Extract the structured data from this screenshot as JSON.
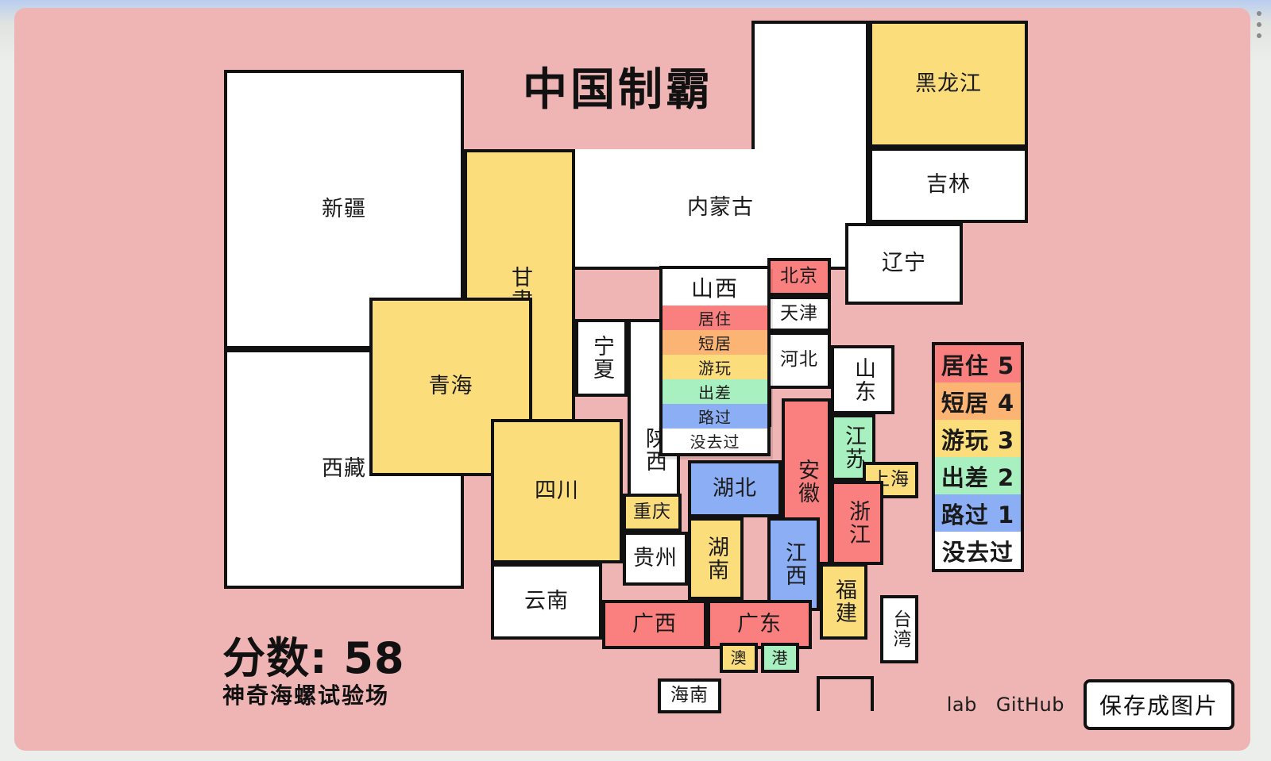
{
  "app": {
    "title": "中国制霸",
    "subtitle": "神奇海螺试验场"
  },
  "score": {
    "label": "分数:",
    "value": "58",
    "text": "分数: 58"
  },
  "legend": {
    "items": [
      {
        "label": "居住 5",
        "color": "#fa7f7f",
        "level": 5
      },
      {
        "label": "短居 4",
        "color": "#fcb474",
        "level": 4
      },
      {
        "label": "游玩 3",
        "color": "#fbdd7c",
        "level": 3
      },
      {
        "label": "出差 2",
        "color": "#a8f0bf",
        "level": 2
      },
      {
        "label": "路过 1",
        "color": "#8caef5",
        "level": 1
      },
      {
        "label": "没去过",
        "color": "#ffffff",
        "level": 0
      }
    ]
  },
  "dropdown": {
    "province": "山西",
    "options": [
      {
        "label": "居住",
        "color": "#fa7f7f"
      },
      {
        "label": "短居",
        "color": "#fcb474"
      },
      {
        "label": "游玩",
        "color": "#fbdd7c"
      },
      {
        "label": "出差",
        "color": "#a8f0bf"
      },
      {
        "label": "路过",
        "color": "#8caef5"
      },
      {
        "label": "没去过",
        "color": "#ffffff"
      }
    ]
  },
  "footer": {
    "lab_label": "lab",
    "github_label": "GitHub",
    "save_label": "保存成图片"
  },
  "colors": {
    "background": "#efb4b4",
    "live": "#fa7f7f",
    "short": "#fcb474",
    "play": "#fbdd7c",
    "work": "#a8f0bf",
    "pass": "#8caef5",
    "none": "#ffffff",
    "outline": "#111111"
  },
  "provinces": [
    {
      "name": "新疆",
      "status": "没去过",
      "color": "#ffffff"
    },
    {
      "name": "西藏",
      "status": "没去过",
      "color": "#ffffff"
    },
    {
      "name": "甘肃",
      "status": "游玩",
      "color": "#fbdd7c"
    },
    {
      "name": "青海",
      "status": "游玩",
      "color": "#fbdd7c"
    },
    {
      "name": "四川",
      "status": "游玩",
      "color": "#fbdd7c"
    },
    {
      "name": "内蒙古",
      "status": "没去过",
      "color": "#ffffff"
    },
    {
      "name": "黑龙江",
      "status": "游玩",
      "color": "#fbdd7c"
    },
    {
      "name": "吉林",
      "status": "没去过",
      "color": "#ffffff"
    },
    {
      "name": "辽宁",
      "status": "没去过",
      "color": "#ffffff"
    },
    {
      "name": "宁夏",
      "status": "没去过",
      "color": "#ffffff"
    },
    {
      "name": "陕西",
      "status": "没去过",
      "color": "#ffffff"
    },
    {
      "name": "山西",
      "status": "没去过",
      "color": "#ffffff"
    },
    {
      "name": "北京",
      "status": "居住",
      "color": "#fa7f7f"
    },
    {
      "name": "天津",
      "status": "没去过",
      "color": "#ffffff"
    },
    {
      "name": "河北",
      "status": "没去过",
      "color": "#ffffff"
    },
    {
      "name": "山东",
      "status": "没去过",
      "color": "#ffffff"
    },
    {
      "name": "江苏",
      "status": "出差",
      "color": "#a8f0bf"
    },
    {
      "name": "上海",
      "status": "游玩",
      "color": "#fbdd7c"
    },
    {
      "name": "安徽",
      "status": "居住",
      "color": "#fa7f7f"
    },
    {
      "name": "浙江",
      "status": "居住",
      "color": "#fa7f7f"
    },
    {
      "name": "湖北",
      "status": "路过",
      "color": "#8caef5"
    },
    {
      "name": "重庆",
      "status": "游玩",
      "color": "#fbdd7c"
    },
    {
      "name": "湖南",
      "status": "游玩",
      "color": "#fbdd7c"
    },
    {
      "name": "江西",
      "status": "路过",
      "color": "#8caef5"
    },
    {
      "name": "福建",
      "status": "游玩",
      "color": "#fbdd7c"
    },
    {
      "name": "贵州",
      "status": "没去过",
      "color": "#ffffff"
    },
    {
      "name": "云南",
      "status": "没去过",
      "color": "#ffffff"
    },
    {
      "name": "广西",
      "status": "居住",
      "color": "#fa7f7f"
    },
    {
      "name": "广东",
      "status": "居住",
      "color": "#fa7f7f"
    },
    {
      "name": "澳",
      "status": "游玩",
      "color": "#fbdd7c"
    },
    {
      "name": "港",
      "status": "出差",
      "color": "#a8f0bf"
    },
    {
      "name": "海南",
      "status": "没去过",
      "color": "#ffffff"
    },
    {
      "name": "台湾",
      "status": "没去过",
      "color": "#ffffff"
    }
  ]
}
